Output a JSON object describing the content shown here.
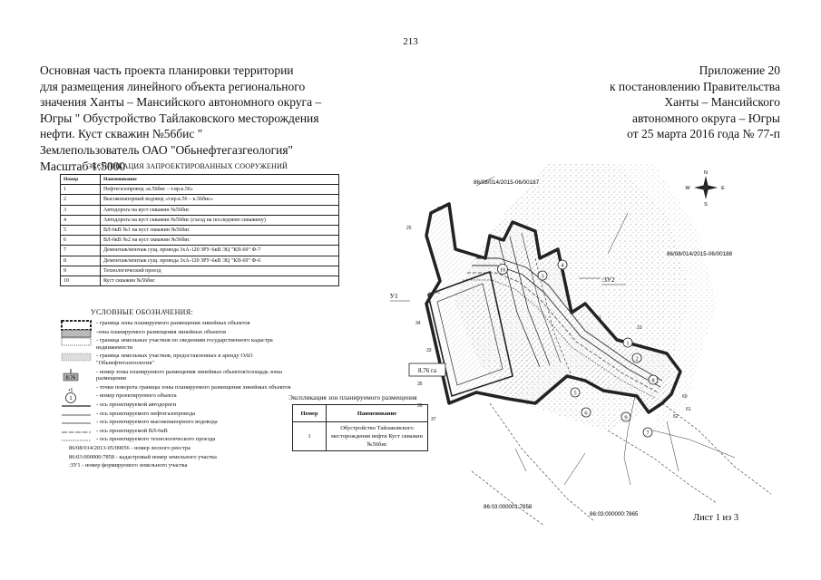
{
  "page_number": "213",
  "title_left": [
    "Основная часть проекта планировки территории",
    "для размещения линейного объекта регионального",
    "значения Ханты – Мансийского автономного округа –",
    "Югры \" Обустройство Тайлаковского месторождения",
    "нефти. Куст скважин №56бис \"",
    "Землепользователь ОАО \"Обьнефтегазгеология\"",
    "Масштаб 1:5000"
  ],
  "title_right": [
    "Приложение 20",
    "к постановлению Правительства",
    "Ханты – Мансийского",
    "автономного округа – Югры",
    "от 25 марта 2016 года № 77-п"
  ],
  "explication": {
    "caption": "ЭКСПЛИКАЦИЯ ЗАПРОЕКТИРОВАННЫХ СООРУЖЕНИЙ",
    "headers": [
      "Номер",
      "Наименование"
    ],
    "rows": [
      [
        "1",
        "Нефтегазопровод «к.56бис – т.вр.к.56»"
      ],
      [
        "2",
        "Высоконапорный водовод «т.вр.к.56 – к.56бис»"
      ],
      [
        "3",
        "Автодорога на куст скважин №56бис"
      ],
      [
        "4",
        "Автодорога на куст скважин №56бис (съезд на последнюю скважину)"
      ],
      [
        "5",
        "ВЛ-6кВ №1 на куст скважин №56бис"
      ],
      [
        "6",
        "ВЛ-6кВ №2 на куст скважин №56бис"
      ],
      [
        "7",
        "Демонтаж/монтаж сущ. провода 3хА-120 ЗРУ-6кВ ЭЦ \"КП-69\" Ф-7"
      ],
      [
        "8",
        "Демонтаж/монтаж сущ. провода 3хА-120 ЗРУ-6кВ ЭЦ \"КП-69\" Ф-6"
      ],
      [
        "9",
        "Технологический проезд"
      ],
      [
        "10",
        "Куст скважин №56бис"
      ]
    ]
  },
  "legend": {
    "title": "УСЛОВНЫЕ ОБОЗНАЧЕНИЯ:",
    "items": [
      {
        "icon": "dashed-box-icon",
        "text": "- граница зоны планируемого размещения линейных объектов"
      },
      {
        "icon": "hatched-zone-icon",
        "text": "-зона планируемого размещения линейных объектов"
      },
      {
        "icon": "dotted-box-icon",
        "text": "- граница земельных участков по сведениям государственного кадастра недвижимости"
      },
      {
        "icon": "dotted-fill-icon",
        "text": "- граница земельных участков, предоставленных в аренду ОАО \"Обьнефтегазгеология\""
      },
      {
        "icon": "zone-number-icon",
        "text": "- номер зоны планируемого размещения линейных объектов/площадь зоны размещения",
        "sym_label": "8.76"
      },
      {
        "icon": "turn-point-icon",
        "text": "- точки поворота границы зоны планируемого размещения линейных объектов",
        "sym_label": "•1"
      },
      {
        "icon": "circle-number-icon",
        "text": "- номер проектируемого объекта",
        "sym_label": "1"
      },
      {
        "icon": "road-line-icon",
        "text": "- ось проектируемой автодороги"
      },
      {
        "icon": "pipeline-line-icon",
        "text": "- ось проектируемого нефтегазопровода"
      },
      {
        "icon": "water-line-icon",
        "text": "- ось проектируемого высоконапорного водовода"
      },
      {
        "icon": "power-line-icon",
        "text": "- ось проектируемой ВЛ-6кВ"
      },
      {
        "icon": "passage-line-icon",
        "text": "- ось проектируемого технологического проезда"
      }
    ],
    "codes": [
      {
        "code": "86/08/014/2013-05/00056",
        "text": " - номер лесного реестра"
      },
      {
        "code": "86:03:000000:7858",
        "text": " - кадастровый номер земельного участка"
      },
      {
        "code": ":ЗУ1",
        "text": " - номер формируемого земельного участка"
      }
    ]
  },
  "zone_explication": {
    "caption": "Экспликация зон планируемого размещения",
    "headers": [
      "Номер",
      "Наименование"
    ],
    "rows": [
      [
        "1",
        "Обустройство Тайлаковского месторождения нефти Куст скважин №56бис"
      ]
    ]
  },
  "map": {
    "forest_reg_1": "86/08/014/2015-06/00187",
    "forest_reg_2": "86/08/014/2015-06/00188",
    "plot_zu1": ":ЗУ1",
    "plot_zu2": ":ЗУ2",
    "area_label": "8.76 га",
    "cadastre_1": "86:03:000001:7858",
    "cadastre_2": "86:03:000000:7865",
    "compass": {
      "n": "N",
      "s": "S",
      "w": "W",
      "e": "E"
    },
    "object_numbers": [
      "10",
      "4",
      "3",
      "1",
      "2",
      "5",
      "6",
      "7",
      "8",
      "9"
    ],
    "turn_points": [
      "24",
      "25",
      "36",
      "37",
      "35",
      "34",
      "33",
      "1",
      "10",
      "60",
      "61",
      "62"
    ]
  },
  "sheet": "Лист 1 из 3"
}
